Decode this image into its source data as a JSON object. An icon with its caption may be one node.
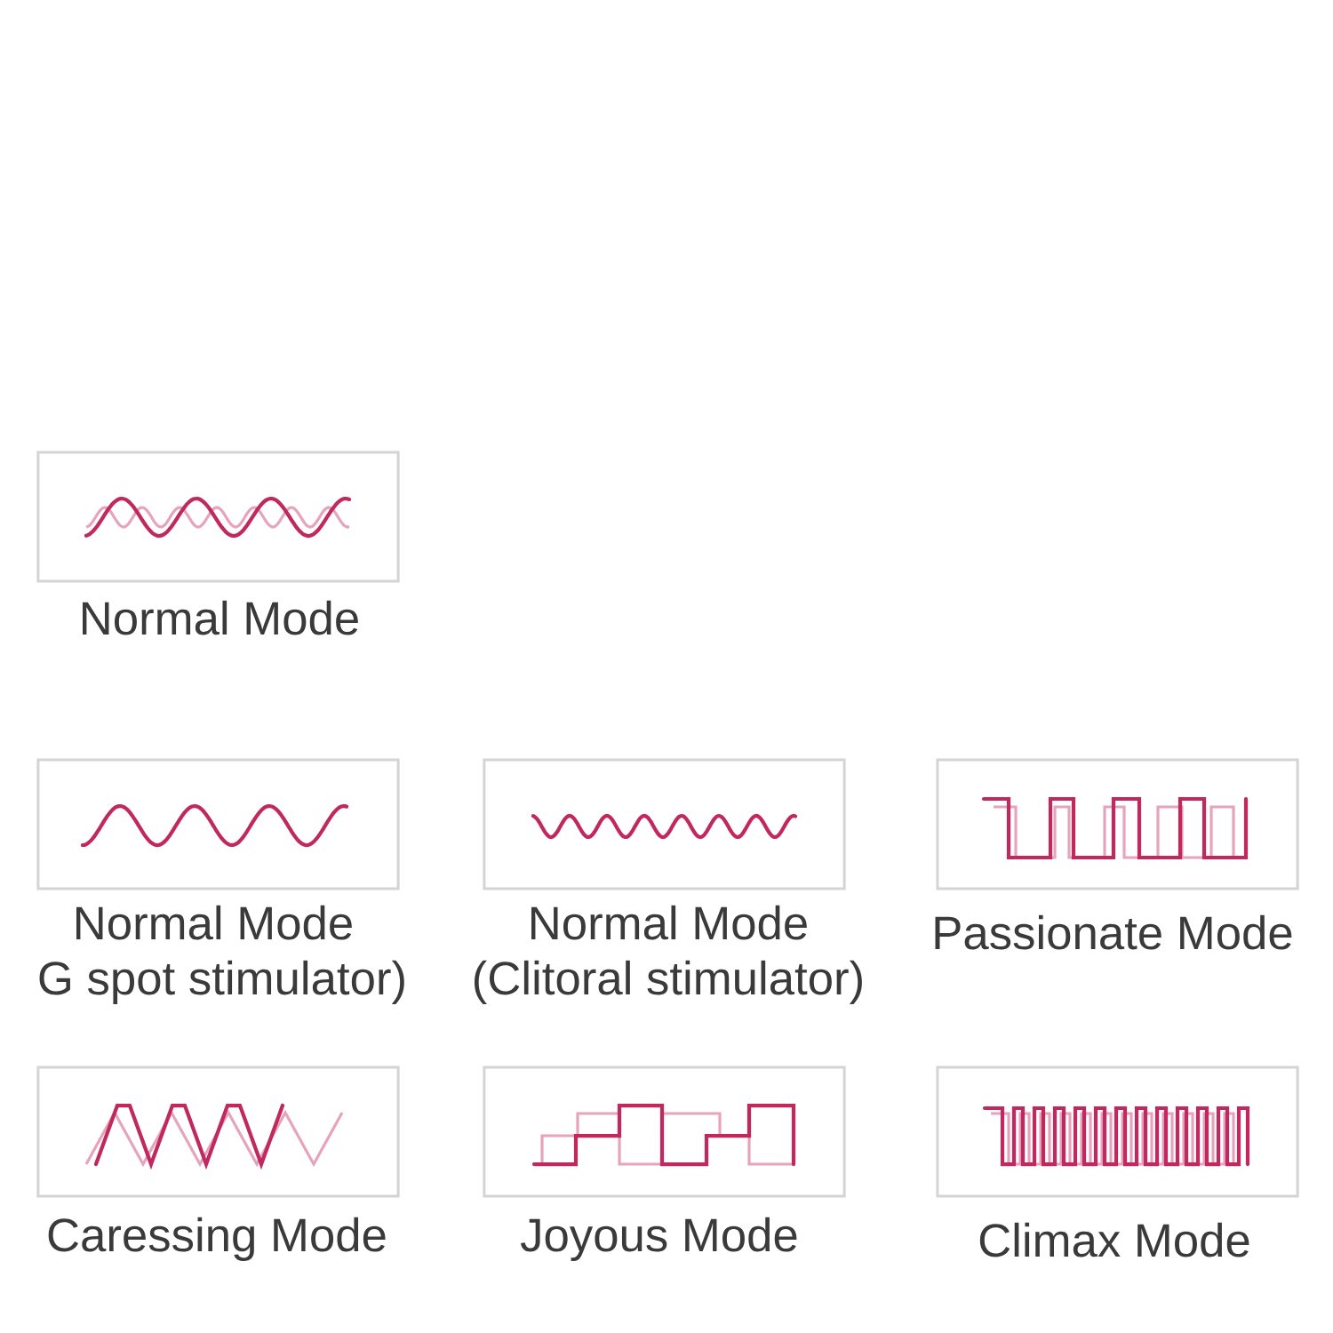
{
  "diagram": {
    "nodes": [
      {
        "text": [
          "Normal Mode"
        ]
      },
      {
        "text": [
          "Normal Mode",
          "G spot stimulator)"
        ]
      },
      {
        "text": [
          "Normal Mode",
          "(Clitoral stimulator)"
        ]
      },
      {
        "text": [
          "Passionate Mode"
        ]
      },
      {
        "text": [
          "Caressing Mode"
        ]
      },
      {
        "text": [
          "Joyous Mode"
        ]
      },
      {
        "text": [
          "Climax Mode"
        ]
      }
    ]
  }
}
